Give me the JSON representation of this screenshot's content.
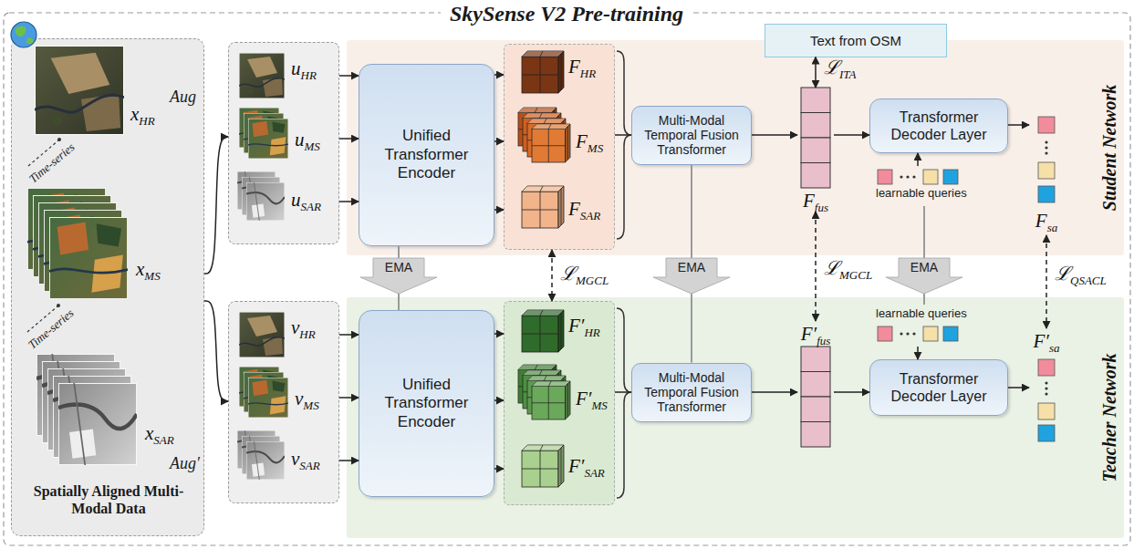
{
  "diagram": {
    "title": "SkySense V2 Pre-training",
    "nodes": [
      {
        "text": [
          "xHR",
          "Time-series",
          "xMS",
          "Time-series",
          "xSAR",
          "Spatially Aligned Multi-Modal Data"
        ]
      },
      {
        "text": [
          "uHR",
          "uMS",
          "uSAR"
        ]
      },
      {
        "text": [
          "vHR",
          "vMS",
          "vSAR"
        ]
      },
      {
        "text": [
          "Student Network"
        ]
      },
      {
        "text": [
          "Unified Transformer Encoder"
        ],
        "in": 3
      },
      {
        "text": [
          "FHR",
          "FMS",
          "FSAR"
        ],
        "in": 3
      },
      {
        "text": [
          "Multi-Modal Temporal Fusion Transformer"
        ],
        "in": 3
      },
      {
        "text": [
          "Text from OSM"
        ]
      },
      {
        "text": [
          "Ffus"
        ],
        "in": 3
      },
      {
        "text": [
          "Transformer Decoder Layer"
        ],
        "in": 3
      },
      {
        "text": [
          "learnable queries"
        ],
        "in": 3
      },
      {
        "text": [
          "Fsa"
        ],
        "in": 3
      },
      {
        "text": [
          "Teacher Network"
        ]
      },
      {
        "text": [
          "Unified Transformer Encoder"
        ],
        "in": 12
      },
      {
        "text": [
          "F′HR",
          "F′MS",
          "F′SAR"
        ],
        "in": 12
      },
      {
        "text": [
          "Multi-Modal Temporal Fusion Transformer"
        ],
        "in": 12
      },
      {
        "text": [
          "F′fus"
        ],
        "in": 12
      },
      {
        "text": [
          "learnable queries"
        ],
        "in": 12
      },
      {
        "text": [
          "Transformer Decoder Layer"
        ],
        "in": 12
      },
      {
        "text": [
          "F′sa"
        ],
        "in": 12
      }
    ],
    "edges": [
      {
        "from": 0,
        "to": 1,
        "arrow": "to",
        "label": "Aug"
      },
      {
        "from": 0,
        "to": 2,
        "arrow": "to",
        "label": "Aug′"
      },
      {
        "from": 1,
        "to": 4,
        "arrow": "to"
      },
      {
        "from": 1,
        "to": 4,
        "arrow": "to"
      },
      {
        "from": 1,
        "to": 4,
        "arrow": "to"
      },
      {
        "from": 2,
        "to": 13,
        "arrow": "to"
      },
      {
        "from": 2,
        "to": 13,
        "arrow": "to"
      },
      {
        "from": 2,
        "to": 13,
        "arrow": "to"
      },
      {
        "from": 4,
        "to": 5,
        "arrow": "to"
      },
      {
        "from": 4,
        "to": 5,
        "arrow": "to"
      },
      {
        "from": 4,
        "to": 5,
        "arrow": "to"
      },
      {
        "from": 13,
        "to": 14,
        "arrow": "to"
      },
      {
        "from": 13,
        "to": 14,
        "arrow": "to"
      },
      {
        "from": 13,
        "to": 14,
        "arrow": "to"
      },
      {
        "from": 5,
        "to": 6,
        "arrow": "none"
      },
      {
        "from": 14,
        "to": 15,
        "arrow": "none"
      },
      {
        "from": 6,
        "to": 8,
        "arrow": "to"
      },
      {
        "from": 15,
        "to": 16,
        "arrow": "to"
      },
      {
        "from": 7,
        "to": 8,
        "arrow": "both",
        "label": "ℒITA"
      },
      {
        "from": 8,
        "to": 9,
        "arrow": "to"
      },
      {
        "from": 16,
        "to": 18,
        "arrow": "to"
      },
      {
        "from": 10,
        "to": 9,
        "arrow": "to"
      },
      {
        "from": 17,
        "to": 18,
        "arrow": "to"
      },
      {
        "from": 9,
        "to": 11,
        "arrow": "to"
      },
      {
        "from": 18,
        "to": 19,
        "arrow": "to"
      },
      {
        "from": 4,
        "to": 13,
        "arrow": "to",
        "label": "EMA"
      },
      {
        "from": 6,
        "to": 15,
        "arrow": "to",
        "label": "EMA"
      },
      {
        "from": 10,
        "to": 17,
        "arrow": "to",
        "label": "EMA"
      },
      {
        "from": 5,
        "to": 14,
        "arrow": "both",
        "label": "ℒMGCL"
      },
      {
        "from": 8,
        "to": 16,
        "arrow": "both",
        "label": "ℒMGCL"
      },
      {
        "from": 11,
        "to": 19,
        "arrow": "both",
        "label": "ℒQSACL"
      }
    ]
  }
}
